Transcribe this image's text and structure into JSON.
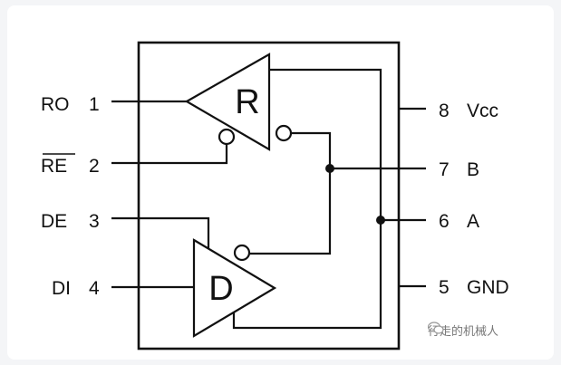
{
  "pins": {
    "p1": {
      "name": "RO",
      "num": "1"
    },
    "p2": {
      "name": "RE",
      "num": "2"
    },
    "p3": {
      "name": "DE",
      "num": "3"
    },
    "p4": {
      "name": "DI",
      "num": "4"
    },
    "p5": {
      "num": "5",
      "name": "GND"
    },
    "p6": {
      "num": "6",
      "name": "A"
    },
    "p7": {
      "num": "7",
      "name": "B"
    },
    "p8": {
      "num": "8",
      "name": "Vcc"
    }
  },
  "receiver": {
    "label": "R"
  },
  "driver": {
    "label": "D"
  },
  "watermark": {
    "text": "行走的机械人"
  },
  "colors": {
    "line": "#111111",
    "background": "#ffffff",
    "watermark": "#777777"
  }
}
